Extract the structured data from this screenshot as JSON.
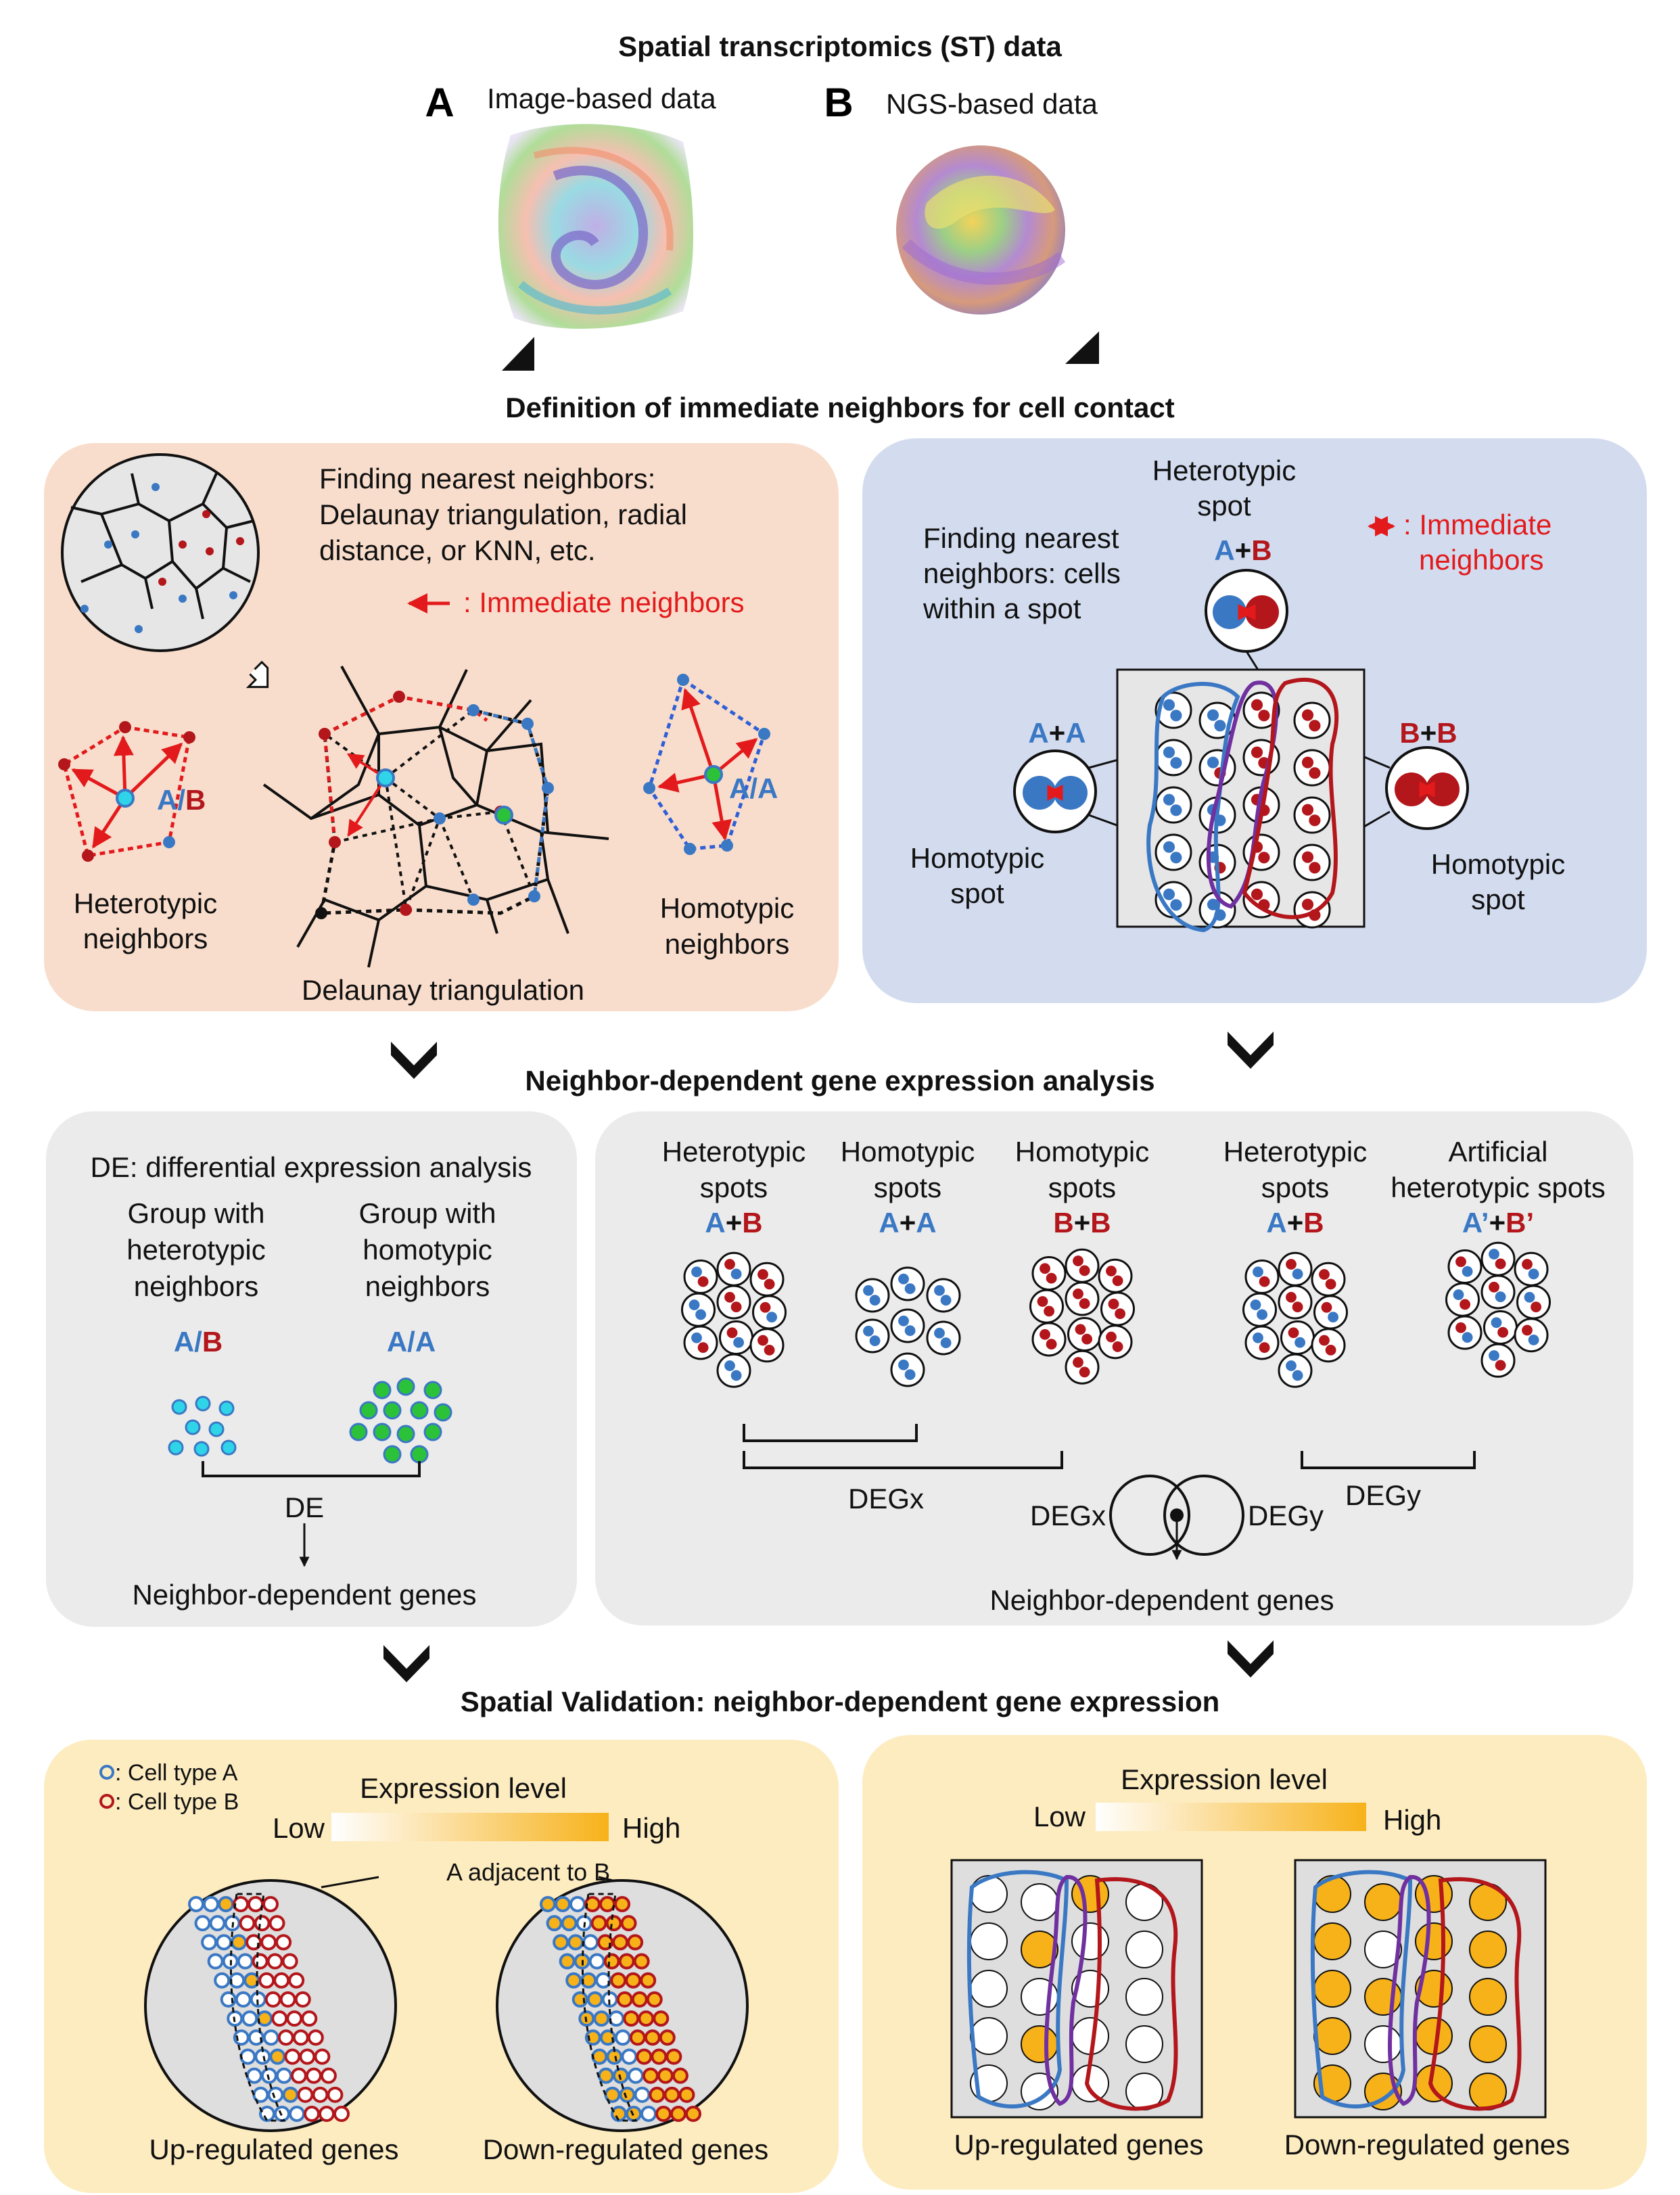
{
  "titles": {
    "main": "Spatial transcriptomics (ST) data",
    "neighbors": "Definition of immediate neighbors for cell contact",
    "analysis": "Neighbor-dependent gene expression analysis",
    "validation": "Spatial Validation: neighbor-dependent gene expression"
  },
  "top": {
    "a_letter": "A",
    "a_label": "Image-based data",
    "b_letter": "B",
    "b_label": "NGS-based data"
  },
  "image_panel": {
    "finding_l1": "Finding nearest neighbors:",
    "finding_l2": "Delaunay triangulation, radial",
    "finding_l3": "distance, or KNN, etc.",
    "immediate": ": Immediate neighbors",
    "hetero_l1": "Heterotypic",
    "hetero_l2": "neighbors",
    "homo_l1": "Homotypic",
    "homo_l2": "neighbors",
    "delaunay": "Delaunay triangulation",
    "ab_a": "A",
    "ab_slash": "/",
    "ab_b": "B",
    "aa": "A/A"
  },
  "ngs_panel": {
    "hetero_l1": "Heterotypic",
    "hetero_l2": "spot",
    "immediate_l1": ": Immediate",
    "immediate_l2": "neighbors",
    "finding_l1": "Finding nearest",
    "finding_l2": "neighbors: cells",
    "finding_l3": "within a spot",
    "homo_l1": "Homotypic",
    "homo_l2": "spot",
    "a": "A",
    "b": "B",
    "plus": "+"
  },
  "de_panel": {
    "title": "DE: differential expression analysis",
    "g1_l1": "Group with",
    "g1_l2": "heterotypic",
    "g1_l3": "neighbors",
    "g2_l1": "Group with",
    "g2_l2": "homotypic",
    "g2_l3": "neighbors",
    "de": "DE",
    "result": "Neighbor-dependent genes"
  },
  "deg_panel": {
    "c1_l1": "Heterotypic",
    "c1_l2": "spots",
    "c2_l1": "Homotypic",
    "c2_l2": "spots",
    "c3_l1": "Homotypic",
    "c3_l2": "spots",
    "c4_l1": "Heterotypic",
    "c4_l2": "spots",
    "c5_l1": "Artificial",
    "c5_l2": "heterotypic spots",
    "a_prime": "A’",
    "b_prime": "B’",
    "degx": "DEGx",
    "degy": "DEGy",
    "result": "Neighbor-dependent genes"
  },
  "validation_left": {
    "legend_a": ": Cell type A",
    "legend_b": ": Cell type B",
    "expr": "Expression level",
    "low": "Low",
    "high": "High",
    "adjacent": "A adjacent to B",
    "up": "Up-regulated genes",
    "down": "Down-regulated genes"
  },
  "validation_right": {
    "expr": "Expression level",
    "low": "Low",
    "high": "High",
    "up": "Up-regulated genes",
    "down": "Down-regulated genes"
  },
  "colors": {
    "blue": "#3a78c4",
    "red": "#b3161b",
    "bright_red": "#e31a1c",
    "cyan": "#2fd4e8",
    "green": "#2bc23a",
    "orange": "#f7b21a",
    "peach_panel": "#f9ddcc",
    "blue_panel": "#d3dcef",
    "gray_panel": "#ebebeb",
    "yellow_panel": "#fdecc0"
  }
}
